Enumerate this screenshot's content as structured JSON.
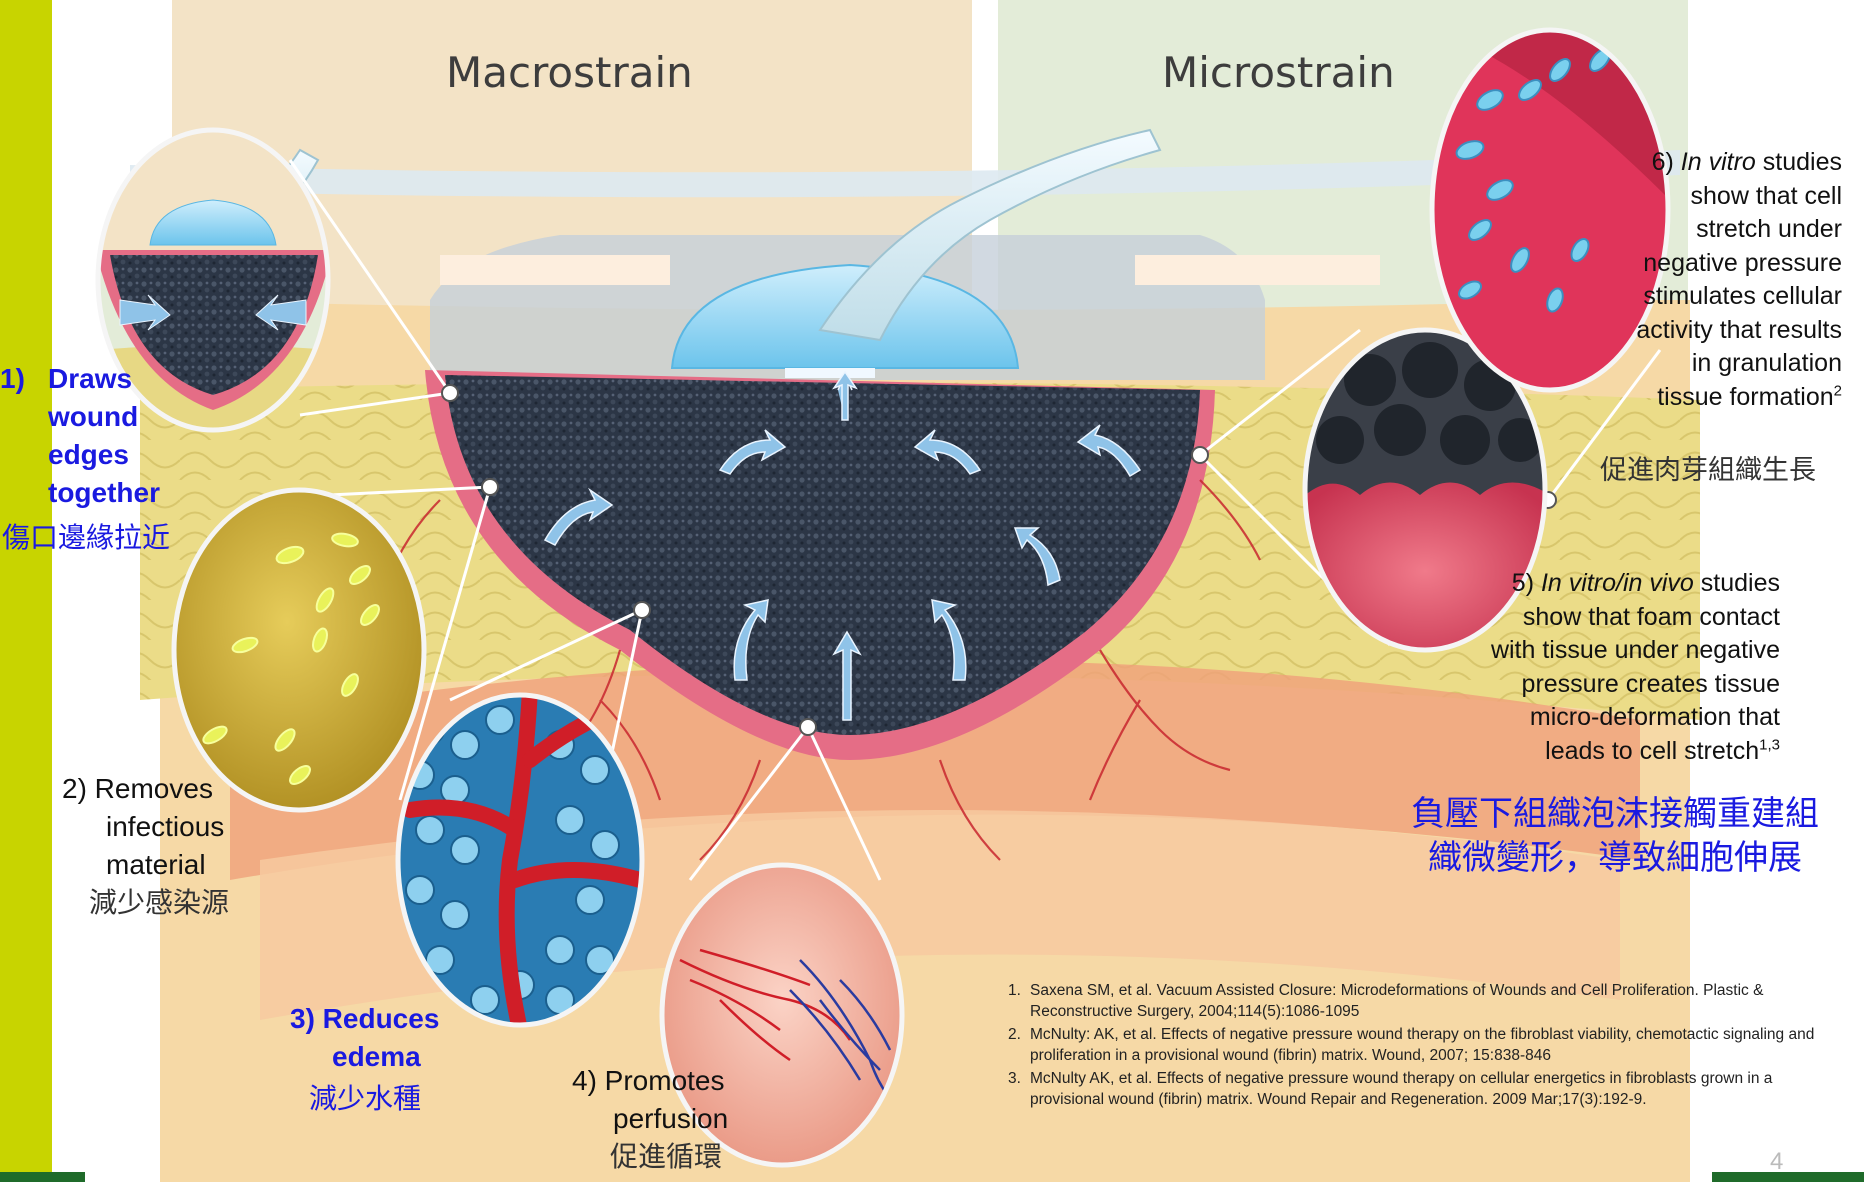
{
  "panels": {
    "left_title": "Macrostrain",
    "right_title": "Microstrain"
  },
  "labels": {
    "draws": {
      "number": "1)",
      "lines": [
        "Draws",
        "wound",
        "edges",
        "together"
      ],
      "zh": "傷口邊緣拉近"
    },
    "removes": {
      "lines": [
        "2) Removes",
        "infectious",
        "material"
      ],
      "zh": "減少感染源"
    },
    "reduces": {
      "lines": [
        "3) Reduces",
        "edema"
      ],
      "zh": "減少水種"
    },
    "promotes": {
      "lines": [
        "4) Promotes",
        "perfusion"
      ],
      "zh": "促進循環"
    },
    "studies5": {
      "prefix": "5) ",
      "italic": "In vitro/in vivo",
      "rest_first": " studies",
      "lines": [
        "show that  foam contact",
        "with tissue under negative",
        "pressure creates tissue",
        "micro-deformation that",
        "leads to cell stretch"
      ],
      "sup": "1,3",
      "zh_lines": [
        "負壓下組織泡沫接觸重建組",
        "織微變形，導致細胞伸展"
      ]
    },
    "studies6": {
      "prefix": "6) ",
      "italic": "In vitro",
      "rest_first": " studies",
      "lines": [
        "show that cell",
        "stretch under",
        "negative pressure",
        "stimulates cellular",
        "activity that results",
        "in granulation",
        "tissue formation"
      ],
      "sup": "2",
      "zh": "促進肉芽組織生長"
    }
  },
  "references": [
    {
      "num": "1.",
      "text": "Saxena SM, et al. Vacuum Assisted Closure: Microdeformations of Wounds and Cell Proliferation. Plastic & Reconstructive Surgery, 2004;114(5):1086-1095"
    },
    {
      "num": "2.",
      "text": "McNulty: AK, et al. Effects of negative pressure wound therapy on the fibroblast viability, chemotactic signaling and proliferation in a provisional wound (fibrin) matrix. Wound, 2007; 15:838-846"
    },
    {
      "num": "3.",
      "text": "McNulty AK, et al. Effects of negative pressure wound therapy on cellular energetics in fibroblasts grown in a provisional wound (fibrin) matrix. Wound Repair and Regeneration. 2009 Mar;17(3):192-9."
    }
  ],
  "page_number": "4",
  "colors": {
    "macro_bg": "#f3e3c6",
    "micro_bg": "#e3ecd8",
    "skin": "#f6d9a6",
    "fat": "#e7d884",
    "wound_red": "#e8607a",
    "foam": "#2c3646",
    "accent_green": "#c8d400",
    "dark_green": "#1f6b2a",
    "label_blue": "#1a1ae0"
  }
}
